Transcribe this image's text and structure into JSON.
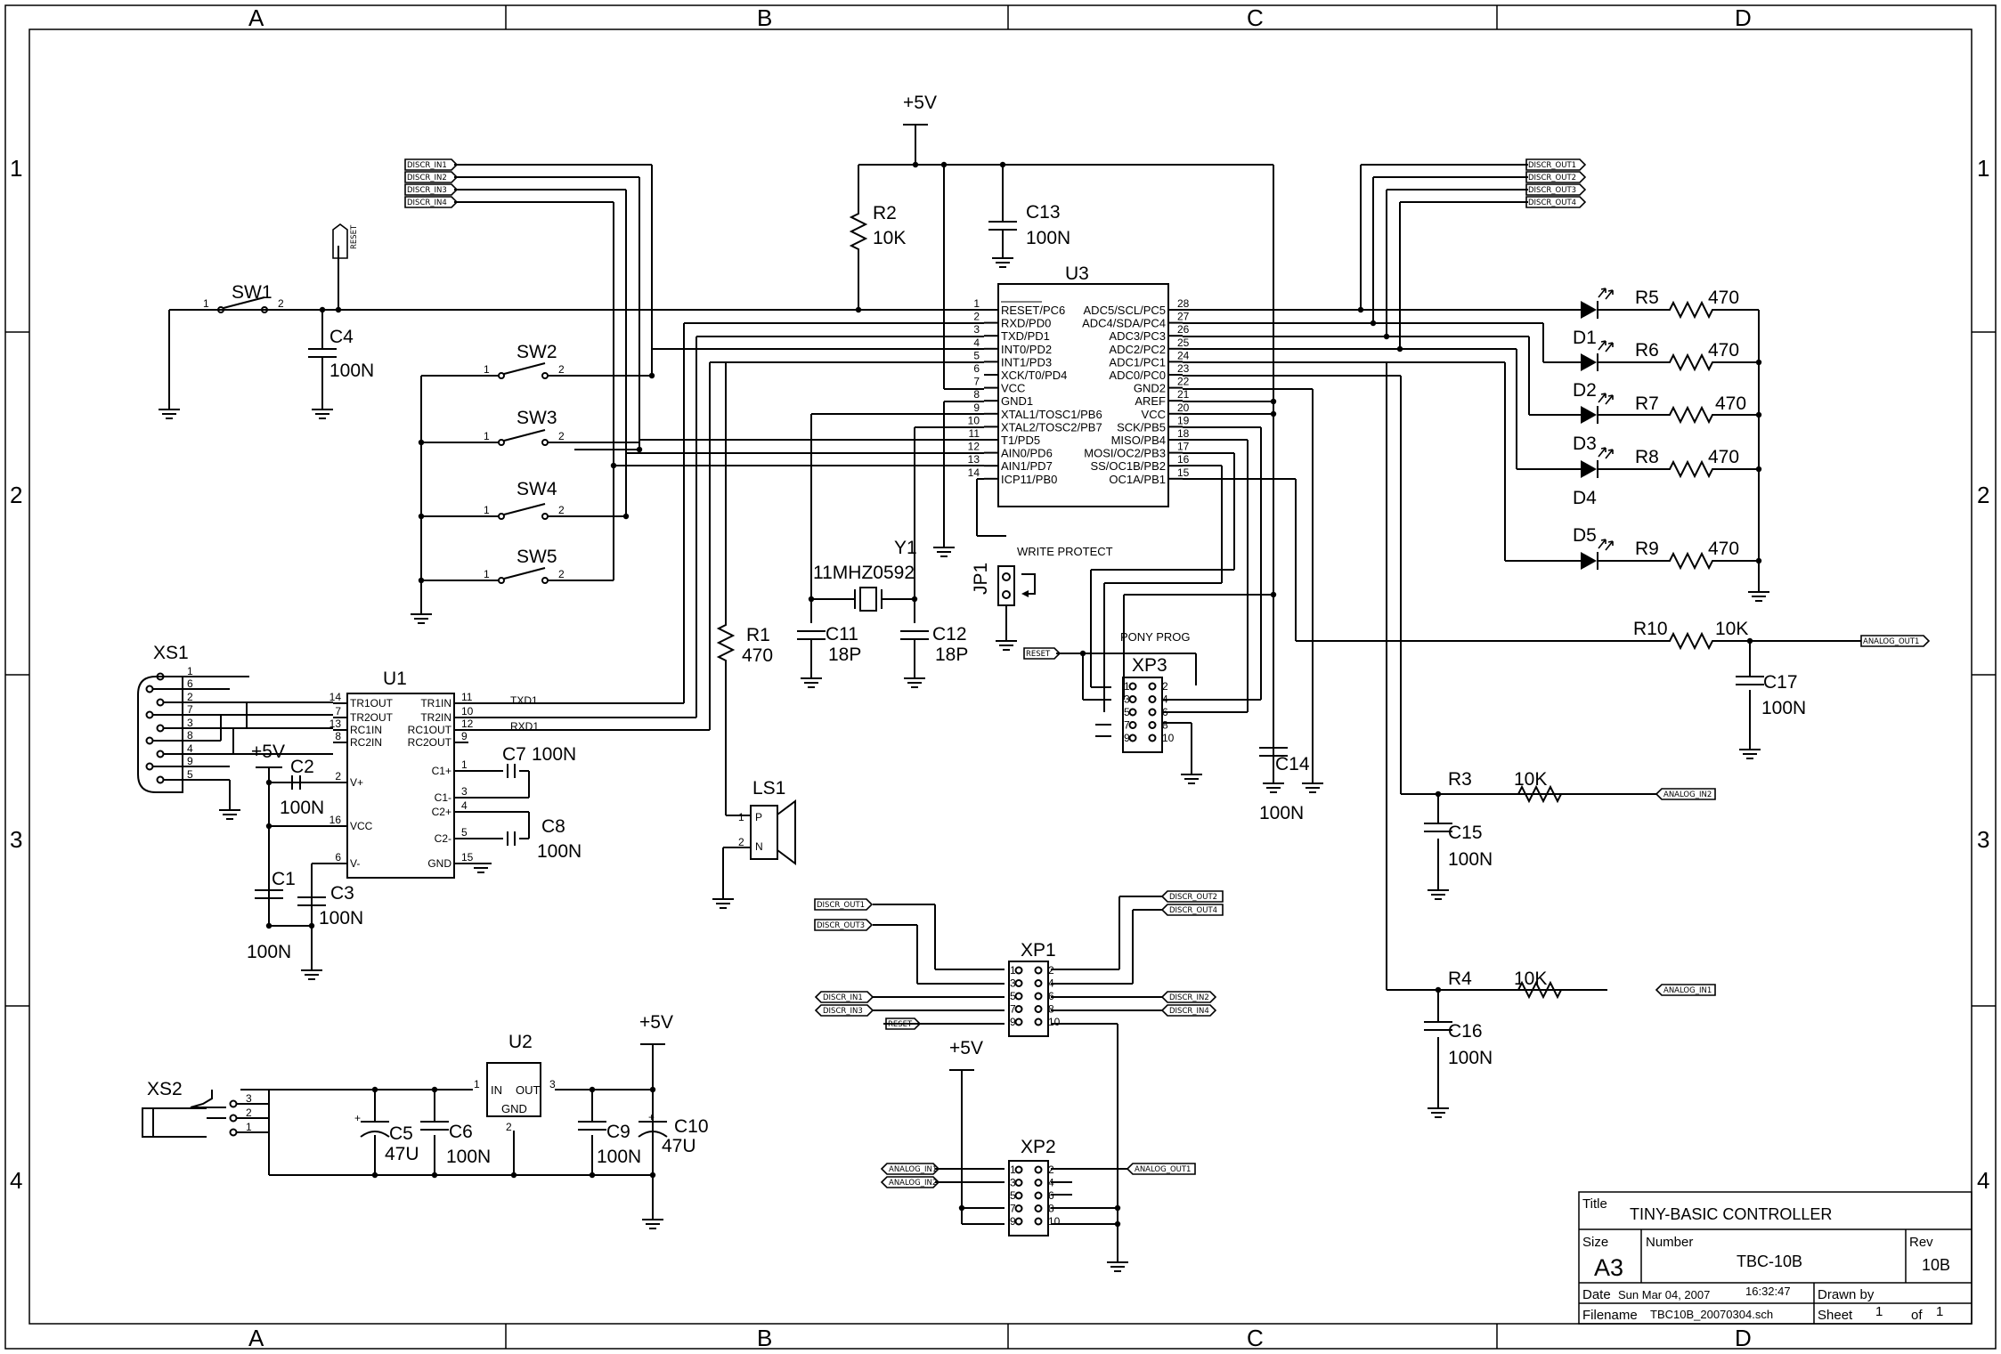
{
  "frame": {
    "cols": [
      "A",
      "B",
      "C",
      "D"
    ],
    "rows": [
      "1",
      "2",
      "3",
      "4"
    ]
  },
  "title_block": {
    "title_label": "Title",
    "title": "TINY-BASIC CONTROLLER",
    "size_label": "Size",
    "size": "A3",
    "number_label": "Number",
    "number": "TBC-10B",
    "rev_label": "Rev",
    "rev": "10B",
    "date_label": "Date",
    "date": "Sun Mar 04, 2007",
    "time": "16:32:47",
    "drawn_by_label": "Drawn by",
    "filename_label": "Filename",
    "filename": "TBC10B_20070304.sch",
    "sheet_label": "Sheet",
    "sheet": "1",
    "of_label": "of",
    "of": "1"
  },
  "power": {
    "vcc_5v": "+5V"
  },
  "components": {
    "U3": "U3",
    "U1": "U1",
    "U2": "U2",
    "SW1": "SW1",
    "SW2": "SW2",
    "SW3": "SW3",
    "SW4": "SW4",
    "SW5": "SW5",
    "R1": "R1",
    "R1_val": "470",
    "R2": "R2",
    "R2_val": "10K",
    "R3": "R3",
    "R3_val": "10K",
    "R4": "R4",
    "R4_val": "10K",
    "R5": "R5",
    "R6": "R6",
    "R7": "R7",
    "R8": "R8",
    "R9": "R9",
    "R5_9_val": "470",
    "R10": "R10",
    "R10_val": "10K",
    "C1": "C1",
    "C2": "C2",
    "C3": "C3",
    "C4": "C4",
    "C5": "C5",
    "C5_val": "47U",
    "C6": "C6",
    "C7": "C7",
    "C8": "C8",
    "C9": "C9",
    "C10": "C10",
    "C10_val": "47U",
    "C11": "C11",
    "C12": "C12",
    "C11_12_val": "18P",
    "C13": "C13",
    "C14": "C14",
    "C15": "C15",
    "C16": "C16",
    "C17": "C17",
    "cap_100n": "100N",
    "D1": "D1",
    "D2": "D2",
    "D3": "D3",
    "D4": "D4",
    "D5": "D5",
    "Y1": "Y1",
    "Y1_val": "11MHZ0592",
    "JP1": "JP1",
    "JP1_note": "WRITE PROTECT",
    "XP1": "XP1",
    "XP2": "XP2",
    "XP3": "XP3",
    "XP3_note": "PONY PROG",
    "XS1": "XS1",
    "XS2": "XS2",
    "LS1": "LS1"
  },
  "u3_left_pins": [
    {
      "n": "1",
      "name": "RESET/PC6"
    },
    {
      "n": "2",
      "name": "RXD/PD0"
    },
    {
      "n": "3",
      "name": "TXD/PD1"
    },
    {
      "n": "4",
      "name": "INT0/PD2"
    },
    {
      "n": "5",
      "name": "INT1/PD3"
    },
    {
      "n": "6",
      "name": "XCK/T0/PD4"
    },
    {
      "n": "7",
      "name": "VCC"
    },
    {
      "n": "8",
      "name": "GND1"
    },
    {
      "n": "9",
      "name": "XTAL1/TOSC1/PB6"
    },
    {
      "n": "10",
      "name": "XTAL2/TOSC2/PB7"
    },
    {
      "n": "11",
      "name": "T1/PD5"
    },
    {
      "n": "12",
      "name": "AIN0/PD6"
    },
    {
      "n": "13",
      "name": "AIN1/PD7"
    },
    {
      "n": "14",
      "name": "ICP11/PB0"
    }
  ],
  "u3_right_pins": [
    {
      "n": "28",
      "name": "ADC5/SCL/PC5"
    },
    {
      "n": "27",
      "name": "ADC4/SDA/PC4"
    },
    {
      "n": "26",
      "name": "ADC3/PC3"
    },
    {
      "n": "25",
      "name": "ADC2/PC2"
    },
    {
      "n": "24",
      "name": "ADC1/PC1"
    },
    {
      "n": "23",
      "name": "ADC0/PC0"
    },
    {
      "n": "22",
      "name": "GND2"
    },
    {
      "n": "21",
      "name": "AREF"
    },
    {
      "n": "20",
      "name": "VCC"
    },
    {
      "n": "19",
      "name": "SCK/PB5"
    },
    {
      "n": "18",
      "name": "MISO/PB4"
    },
    {
      "n": "17",
      "name": "MOSI/OC2/PB3"
    },
    {
      "n": "16",
      "name": "SS/OC1B/PB2"
    },
    {
      "n": "15",
      "name": "OC1A/PB1"
    }
  ],
  "u1_left_pins": [
    {
      "n": "14",
      "name": "TR1OUT"
    },
    {
      "n": "7",
      "name": "TR2OUT"
    },
    {
      "n": "13",
      "name": "RC1IN"
    },
    {
      "n": "8",
      "name": "RC2IN"
    },
    {
      "n": "2",
      "name": "V+"
    },
    {
      "n": "16",
      "name": "VCC"
    },
    {
      "n": "6",
      "name": "V-"
    }
  ],
  "u1_right_pins": [
    {
      "n": "11",
      "name": "TR1IN"
    },
    {
      "n": "10",
      "name": "TR2IN"
    },
    {
      "n": "12",
      "name": "RC1OUT"
    },
    {
      "n": "9",
      "name": "RC2OUT"
    },
    {
      "n": "1",
      "name": "C1+"
    },
    {
      "n": "3",
      "name": "C1-"
    },
    {
      "n": "4",
      "name": "C2+"
    },
    {
      "n": "5",
      "name": "C2-"
    },
    {
      "n": "15",
      "name": "GND"
    }
  ],
  "u2_pins": {
    "in": "IN",
    "out": "OUT",
    "gnd": "GND",
    "p1": "1",
    "p2": "2",
    "p3": "3"
  },
  "nets": {
    "txd1": "TXD1",
    "rxd1": "RXD1",
    "discr_in": [
      "DISCR_IN1",
      "DISCR_IN2",
      "DISCR_IN3",
      "DISCR_IN4"
    ],
    "discr_out": [
      "DISCR_OUT1",
      "DISCR_OUT2",
      "DISCR_OUT3",
      "DISCR_OUT4"
    ],
    "analog_in1": "ANALOG_IN1",
    "analog_in2": "ANALOG_IN2",
    "analog_out1": "ANALOG_OUT1",
    "reset": "RESET",
    "reset_v": "RESET"
  },
  "xs1_pins": [
    "1",
    "6",
    "2",
    "7",
    "3",
    "8",
    "4",
    "9",
    "5"
  ],
  "xs2_pins": [
    "3",
    "2",
    "1"
  ],
  "xp_pins_left": [
    "1",
    "3",
    "5",
    "7",
    "9"
  ],
  "xp_pins_right": [
    "2",
    "4",
    "6",
    "8",
    "10"
  ],
  "sw_pins": {
    "a": "1",
    "b": "2"
  },
  "ls1_pins": {
    "p1": "1",
    "p2": "2",
    "pl": "P",
    "nl": "N"
  }
}
